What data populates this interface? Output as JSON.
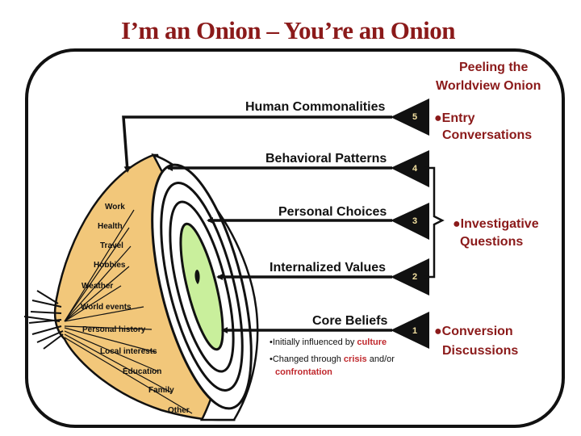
{
  "title": "I’m an Onion – You’re an Onion",
  "side_heading": [
    "Peeling the",
    "Worldview Onion"
  ],
  "layers": [
    {
      "number": "5",
      "label": "Human Commonalities"
    },
    {
      "number": "4",
      "label": "Behavioral Patterns"
    },
    {
      "number": "3",
      "label": "Personal Choices"
    },
    {
      "number": "2",
      "label": "Internalized Values"
    },
    {
      "number": "1",
      "label": "Core Beliefs"
    }
  ],
  "side_groups": [
    {
      "bullet": "●",
      "lines": [
        "Entry",
        "Conversations"
      ]
    },
    {
      "bullet": "●",
      "lines": [
        "Investigative",
        "Questions"
      ]
    },
    {
      "bullet": "●",
      "lines": [
        "Conversion",
        "Discussions"
      ]
    }
  ],
  "outer_labels": [
    "Work",
    "Health",
    "Travel",
    "Hobbies",
    "Weather",
    "World events",
    "Personal history",
    "Local interests",
    "Education",
    "Family",
    "Other"
  ],
  "core_notes": {
    "line1_prefix": "•Initially influenced by ",
    "line1_red": "culture",
    "line2_prefix": "•Changed through ",
    "line2_red": "crisis",
    "line2_suffix": " and/or",
    "line3_red": "confrontation"
  },
  "colors": {
    "title": "#8b1a1a",
    "onion_skin": "#f2c77a",
    "core_green": "#c9ef9c",
    "accent_red": "#c0282d"
  }
}
